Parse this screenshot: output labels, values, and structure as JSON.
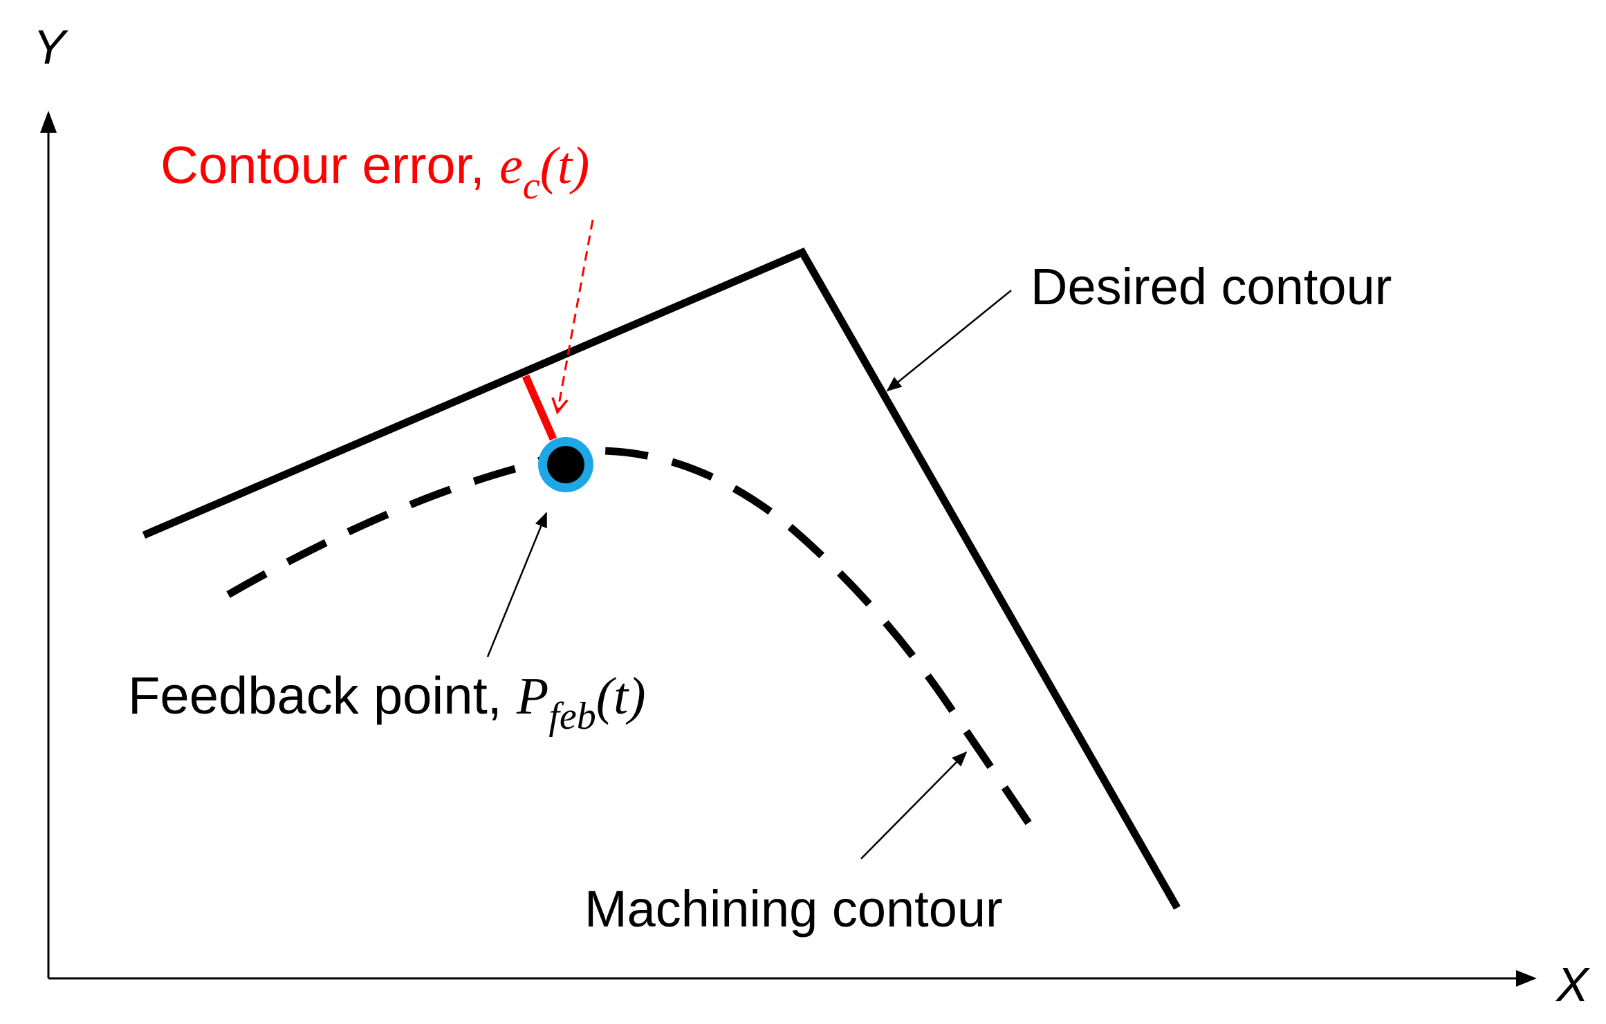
{
  "axes": {
    "x_label": "X",
    "y_label": "Y"
  },
  "labels": {
    "contour_error": {
      "text": "Contour error, ",
      "symbol": "e",
      "subscript": "c",
      "argument": "(t)"
    },
    "desired_contour": "Desired contour",
    "feedback_point": {
      "text": "Feedback point, ",
      "symbol": "P",
      "subscript": "feb",
      "argument": "(t)"
    },
    "machining_contour": "Machining contour"
  },
  "colors": {
    "background": "#ffffff",
    "contour_lines": "#000000",
    "error_color": "#ff0000",
    "feedback_ring": "#1ea7e6",
    "feedback_dot": "#000000"
  }
}
